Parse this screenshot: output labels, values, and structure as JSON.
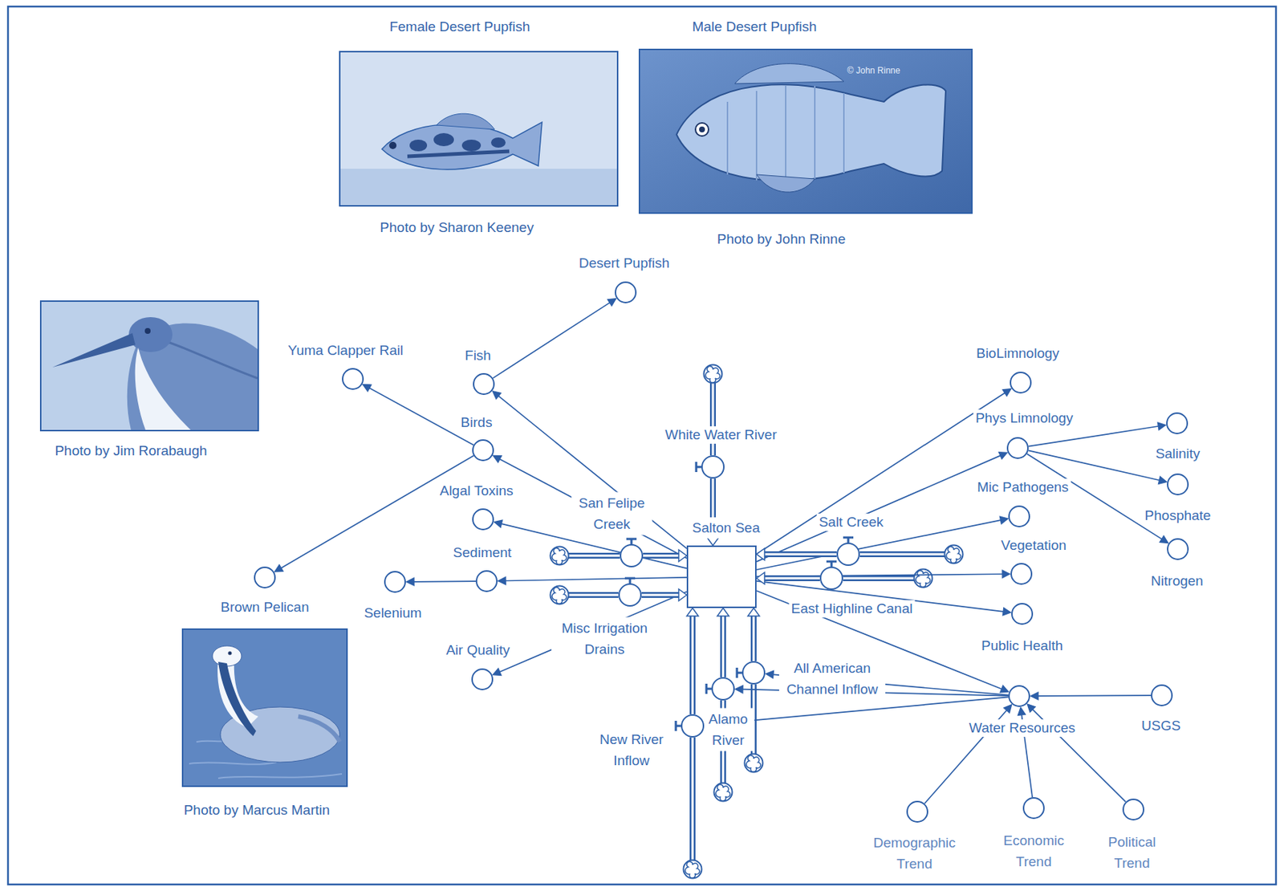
{
  "diagram": {
    "nodes": [
      {
        "text": [
          "Desert Pupfish"
        ]
      },
      {
        "text": [
          "Yuma Clapper Rail"
        ]
      },
      {
        "text": [
          "Fish"
        ]
      },
      {
        "text": [
          "BioLimnology"
        ]
      },
      {
        "text": [
          "White Water River"
        ]
      },
      {
        "text": [
          "Birds"
        ]
      },
      {
        "text": [
          "Phys Limnology"
        ]
      },
      {
        "text": [
          "Salinity"
        ]
      },
      {
        "text": [
          "Algal Toxins"
        ]
      },
      {
        "text": [
          "San Felipe Creek"
        ]
      },
      {
        "text": [
          "Salton Sea"
        ]
      },
      {
        "text": [
          "Salt Creek"
        ]
      },
      {
        "text": [
          "Phosphate"
        ]
      },
      {
        "text": [
          "Mic Pathogens"
        ]
      },
      {
        "text": [
          "Sediment"
        ]
      },
      {
        "text": [
          "Selenium"
        ]
      },
      {
        "text": [
          "Brown Pelican"
        ]
      },
      {
        "text": [
          "Vegetation"
        ]
      },
      {
        "text": [
          "Nitrogen"
        ]
      },
      {
        "text": [
          "East Highline Canal"
        ]
      },
      {
        "text": [
          "Misc Irrigation Drains"
        ]
      },
      {
        "text": [
          "Public Health"
        ]
      },
      {
        "text": [
          "Air Quality"
        ]
      },
      {
        "text": [
          "All American Channel Inflow"
        ]
      },
      {
        "text": [
          "Alamo River"
        ]
      },
      {
        "text": [
          "Water Resources"
        ]
      },
      {
        "text": [
          "USGS"
        ]
      },
      {
        "text": [
          "New River Inflow"
        ]
      },
      {
        "text": [
          "Demographic Trend"
        ]
      },
      {
        "text": [
          "Economic Trend"
        ]
      },
      {
        "text": [
          "Political Trend"
        ]
      }
    ],
    "edges": [
      {
        "from": 2,
        "to": 0,
        "arrow": "to"
      },
      {
        "from": 5,
        "to": 1,
        "arrow": "to"
      },
      {
        "from": 5,
        "to": 16,
        "arrow": "to"
      },
      {
        "from": 10,
        "to": 2,
        "arrow": "to"
      },
      {
        "from": 10,
        "to": 5,
        "arrow": "to"
      },
      {
        "from": 10,
        "to": 8,
        "arrow": "to"
      },
      {
        "from": 10,
        "to": 14,
        "arrow": "to"
      },
      {
        "from": 14,
        "to": 15,
        "arrow": "to"
      },
      {
        "from": 10,
        "to": 22,
        "arrow": "to"
      },
      {
        "from": 10,
        "to": 3,
        "arrow": "to"
      },
      {
        "from": 10,
        "to": 6,
        "arrow": "to"
      },
      {
        "from": 6,
        "to": 7,
        "arrow": "to"
      },
      {
        "from": 6,
        "to": 12,
        "arrow": "to"
      },
      {
        "from": 6,
        "to": 18,
        "arrow": "to"
      },
      {
        "from": 10,
        "to": 13,
        "arrow": "to"
      },
      {
        "from": 10,
        "to": 17,
        "arrow": "to"
      },
      {
        "from": 10,
        "to": 21,
        "arrow": "to"
      },
      {
        "from": 10,
        "to": 25,
        "arrow": "to"
      },
      {
        "from": 26,
        "to": 25,
        "arrow": "to"
      },
      {
        "from": 28,
        "to": 25,
        "arrow": "to"
      },
      {
        "from": 29,
        "to": 25,
        "arrow": "to"
      },
      {
        "from": 30,
        "to": 25,
        "arrow": "to"
      },
      {
        "from": 25,
        "to": 23,
        "arrow": "to"
      },
      {
        "from": 25,
        "to": 24,
        "arrow": "to"
      },
      {
        "from": 25,
        "to": 27,
        "arrow": "to"
      },
      {
        "from": 4,
        "to": 10,
        "arrow": "to"
      },
      {
        "from": 9,
        "to": 10,
        "arrow": "to"
      },
      {
        "from": 20,
        "to": 10,
        "arrow": "to"
      },
      {
        "from": 11,
        "to": 10,
        "arrow": "to"
      },
      {
        "from": 19,
        "to": 10,
        "arrow": "to"
      },
      {
        "from": 23,
        "to": 10,
        "arrow": "to"
      },
      {
        "from": 24,
        "to": 10,
        "arrow": "to"
      },
      {
        "from": 27,
        "to": 10,
        "arrow": "to"
      }
    ],
    "labels": [
      "Female Desert Pupfish",
      "Male Desert Pupfish",
      "© John Rinne",
      "Photo by Sharon Keeney",
      "Photo by John Rinne",
      "Photo by Jim Rorabaugh",
      "Photo by Marcus Martin"
    ]
  }
}
